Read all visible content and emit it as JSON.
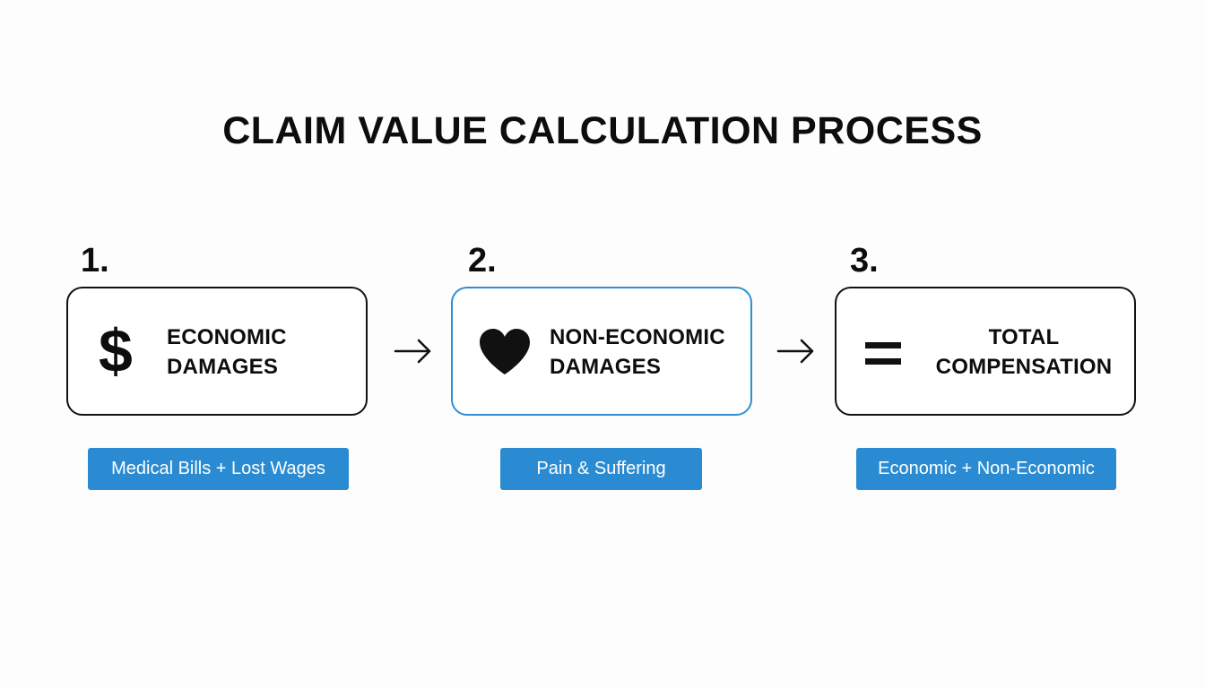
{
  "title": "CLAIM VALUE CALCULATION PROCESS",
  "steps": [
    {
      "number": "1.",
      "label": "ECONOMIC\nDAMAGES",
      "icon": "dollar-icon",
      "detail": "Medical Bills + Lost Wages"
    },
    {
      "number": "2.",
      "label": "NON-ECONOMIC\nDAMAGES",
      "icon": "heart-icon",
      "detail": "Pain & Suffering"
    },
    {
      "number": "3.",
      "label": "TOTAL\nCOMPENSATION",
      "icon": "equals-icon",
      "detail": "Economic + Non-Economic"
    }
  ],
  "icons": {
    "dollar": "$"
  },
  "colors": {
    "accent": "#2a8bd2",
    "highlight_border": "#2f8fd1",
    "text": "#0d0d0d"
  }
}
